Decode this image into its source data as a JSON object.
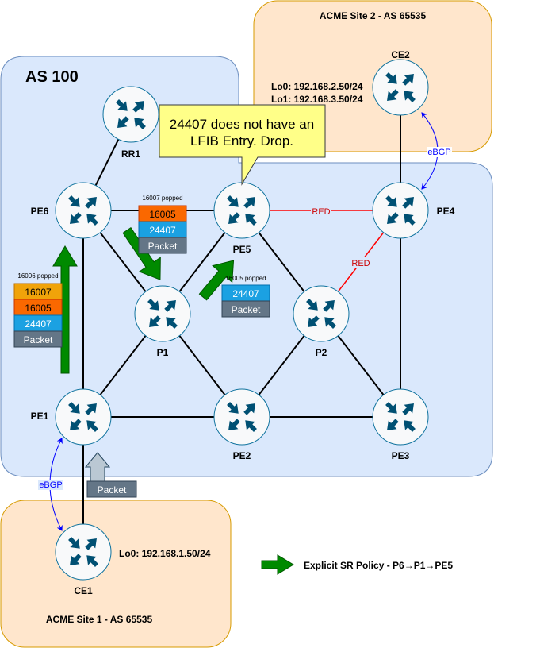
{
  "regions": {
    "as100": {
      "label": "AS 100",
      "fill": "#dae8fc",
      "stroke": "#6c8ebf"
    },
    "site1": {
      "label": "ACME Site 1 - AS 65535",
      "fill": "#ffe6cc",
      "stroke": "#d79b00"
    },
    "site2": {
      "label": "ACME Site 2 - AS 65535",
      "fill": "#ffe6cc",
      "stroke": "#d79b00"
    }
  },
  "routers": {
    "rr1": "RR1",
    "pe6": "PE6",
    "pe5": "PE5",
    "pe4": "PE4",
    "ce2": "CE2",
    "p1": "P1",
    "p2": "P2",
    "pe1": "PE1",
    "pe2": "PE2",
    "pe3": "PE3",
    "ce1": "CE1",
    "icon": "router-icon"
  },
  "loopbacks": {
    "ce2_lo0": "Lo0: 192.168.2.50/24",
    "ce2_lo1": "Lo1: 192.168.3.50/24",
    "ce1_lo0": "Lo0: 192.168.1.50/24"
  },
  "links": {
    "red_label": "RED",
    "ebgp_label": "eBGP"
  },
  "callout": {
    "line1": "24407 does not have an",
    "line2": "LFIB Entry. Drop.",
    "fill": "#ffff88"
  },
  "label_stacks": {
    "pe1_to_pe6": {
      "note": "16006 popped",
      "labels": [
        "16007",
        "16005",
        "24407",
        "Packet"
      ]
    },
    "pe6_to_p1": {
      "note": "16007 popped",
      "labels": [
        "16005",
        "24407",
        "Packet"
      ]
    },
    "p1_to_pe5": {
      "note": "16005 popped",
      "labels": [
        "24407",
        "Packet"
      ]
    },
    "ingress": {
      "labels": [
        "Packet"
      ]
    }
  },
  "colors": {
    "16007": "#f0a30a",
    "16005": "#fa6800",
    "24407": "#1ba1e2",
    "packet": "#647687",
    "sr_arrow": "#008a00"
  },
  "legend": {
    "text": "Explicit SR Policy - P6→P1→PE5"
  }
}
